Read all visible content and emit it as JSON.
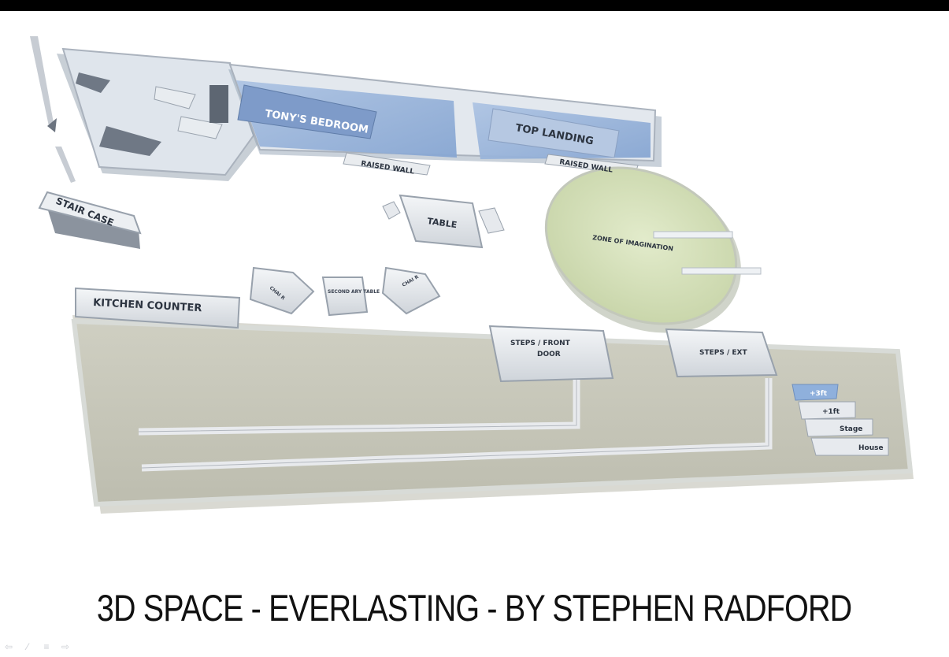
{
  "title": "3D SPACE - EVERLASTING - BY STEPHEN RADFORD",
  "labels": {
    "bedroom": "TONY'S BEDROOM",
    "top_landing": "TOP LANDING",
    "raised_wall_1": "RAISED WALL",
    "raised_wall_2": "RAISED WALL",
    "staircase": "STAIR CASE",
    "table": "TABLE",
    "zone": "ZONE OF IMAGINATION",
    "kitchen": "KITCHEN COUNTER",
    "chair_1": "CHAI R",
    "chair_2": "CHAI R",
    "second_table": "SECOND ARY TABLE",
    "steps_front_1": "STEPS / FRONT",
    "steps_front_2": "DOOR",
    "steps_ext": "STEPS / EXT"
  },
  "levels": [
    "+3ft",
    "+1ft",
    "Stage",
    "House"
  ],
  "nav": {
    "prev": "⇦",
    "edit": "⁄",
    "menu": "≡",
    "next": "⇨"
  },
  "colors": {
    "stage_floor": "#c9c9bb",
    "blue_area": "#9fb8d9",
    "zone": "#d7e2bd",
    "level_active": "#8fb0dc"
  }
}
